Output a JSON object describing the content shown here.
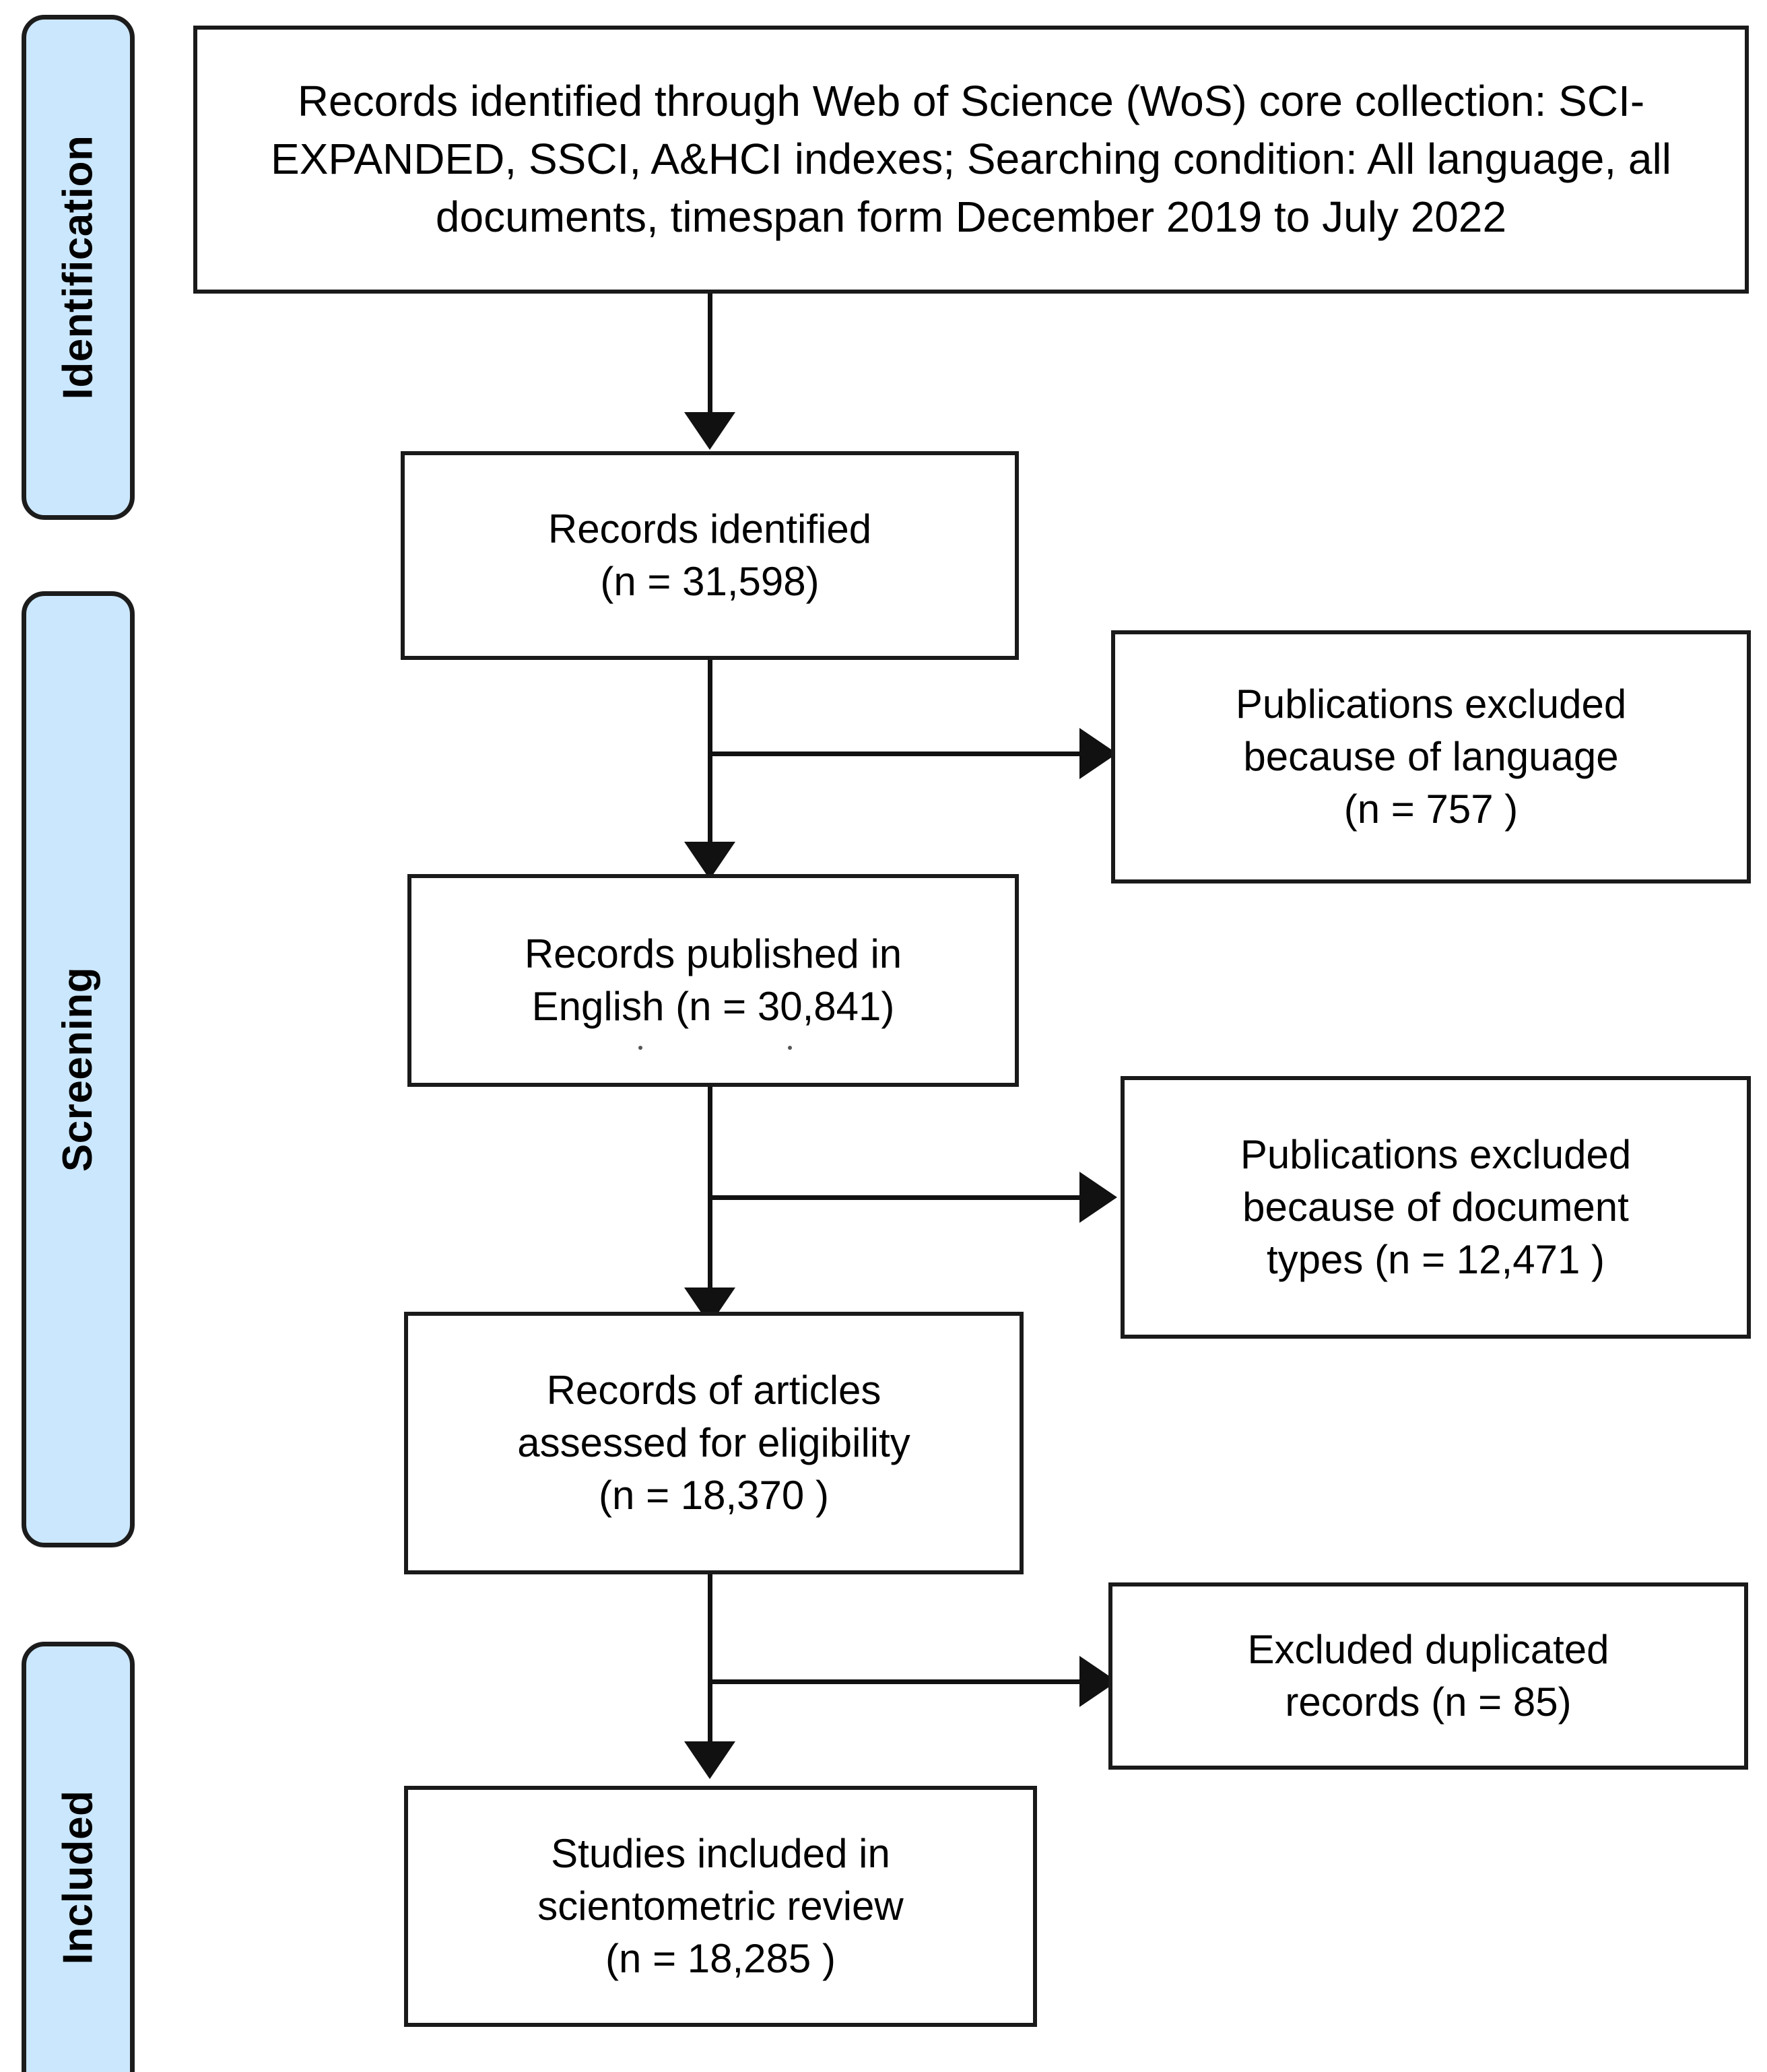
{
  "figure": {
    "type": "prisma-flow-diagram",
    "accent_blue": "#CBE7FD",
    "line_color": "#111111",
    "box_border_color": "#1A1A1A",
    "background": "#FFFFFF"
  },
  "stages": [
    {
      "id": "identification",
      "label": "Identification"
    },
    {
      "id": "screening",
      "label": "Screening"
    },
    {
      "id": "included",
      "label": "Included"
    }
  ],
  "boxes": {
    "source": {
      "text": "Records identified through Web of Science (WoS) core collection: SCI-EXPANDED, SSCI, A&HCI indexes; Searching condition: All language, all documents, timespan form December 2019 to July 2022"
    },
    "records_identified": {
      "text": "Records identified\n(n = 31,598)"
    },
    "excluded_language": {
      "text": "Publications excluded\nbecause of language\n(n = 757 )"
    },
    "records_english": {
      "text": "Records published in\nEnglish (n = 30,841)"
    },
    "excluded_doctypes": {
      "text": "Publications excluded\nbecause of document\ntypes (n = 12,471 )"
    },
    "records_eligibility": {
      "text": "Records of articles\nassessed for eligibility\n(n = 18,370 )"
    },
    "excluded_duplicates": {
      "text": "Excluded duplicated\nrecords (n = 85)"
    },
    "studies_included": {
      "text": "Studies included in\nscientometric review\n(n = 18,285 )"
    }
  },
  "counts": {
    "records_identified": 31598,
    "excluded_language": 757,
    "records_english": 30841,
    "excluded_document_types": 12471,
    "records_assessed_eligibility": 18370,
    "excluded_duplicated_records": 85,
    "studies_included": 18285
  }
}
